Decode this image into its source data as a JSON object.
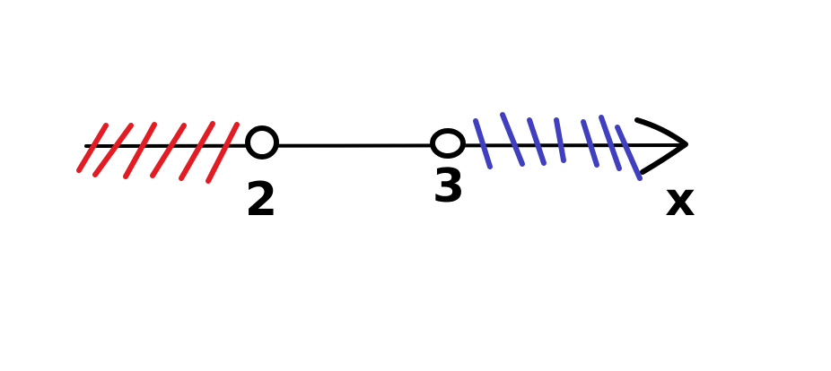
{
  "number_line": {
    "axis_label": "x",
    "points": [
      {
        "label": "2",
        "value": 2,
        "open": true
      },
      {
        "label": "3",
        "value": 3,
        "open": true
      }
    ],
    "shaded_regions": [
      {
        "name": "left-ray",
        "range": [
          null,
          2
        ],
        "color": "#e31b23"
      },
      {
        "name": "right-ray",
        "range": [
          3,
          null
        ],
        "color": "#3f3fbf"
      }
    ],
    "line_color": "#000000"
  }
}
